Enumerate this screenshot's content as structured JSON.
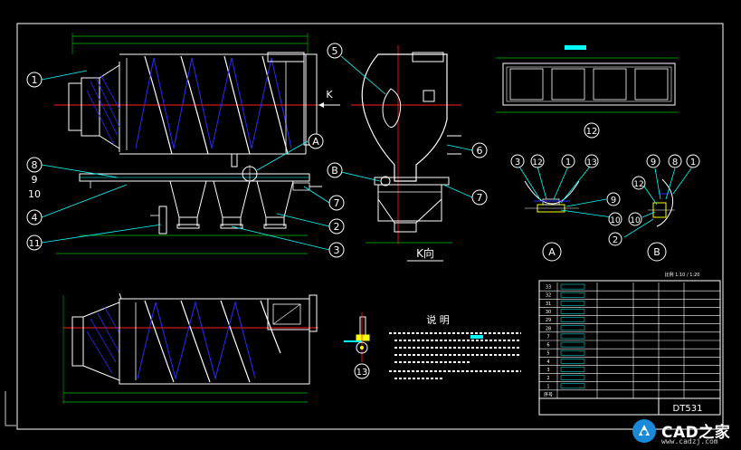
{
  "drawing": {
    "balloons_front": [
      "1",
      "8",
      "9",
      "10",
      "4",
      "11"
    ],
    "balloons_right": [
      "7",
      "2",
      "3"
    ],
    "balloons_side": [
      "5",
      "6",
      "7"
    ],
    "balloon_a": "A",
    "balloon_b": "B",
    "arrow_label": "K",
    "view_title": "K向",
    "section12_label": "12",
    "detail_a_balloons": [
      "3",
      "12",
      "1",
      "13",
      "9",
      "10"
    ],
    "detail_b_balloons": [
      "9",
      "8",
      "1",
      "12",
      "10",
      "2"
    ],
    "detail_a_label": "A",
    "detail_b_label": "B",
    "part13_label": "13",
    "notes_title": "说 明"
  },
  "bom": {
    "scale_text": "比例 1:10 / 1:20",
    "rows": [
      [
        "33",
        "",
        "",
        "",
        "",
        ""
      ],
      [
        "32",
        "",
        "",
        "",
        "",
        ""
      ],
      [
        "31",
        "",
        "",
        "",
        "",
        ""
      ],
      [
        "30",
        "",
        "",
        "",
        "",
        ""
      ],
      [
        "29",
        "",
        "",
        "",
        "",
        ""
      ],
      [
        "28",
        "",
        "",
        "",
        "",
        ""
      ],
      [
        "7",
        "",
        "",
        "",
        "",
        ""
      ],
      [
        "6",
        "",
        "",
        "",
        "",
        ""
      ],
      [
        "5",
        "",
        "",
        "",
        "",
        ""
      ],
      [
        "4",
        "",
        "",
        "",
        "",
        ""
      ],
      [
        "3",
        "",
        "",
        "",
        "",
        ""
      ],
      [
        "2",
        "",
        "",
        "",
        "",
        ""
      ],
      [
        "1",
        "",
        "",
        "",
        "",
        ""
      ]
    ],
    "header": [
      "序号",
      "",
      "",
      "",
      "",
      ""
    ],
    "table_title": "",
    "title_main": "",
    "title_sub": "",
    "code": "DT531"
  },
  "watermark": {
    "brand": "CAD之家",
    "url": "www.cadzj.com"
  },
  "colors": {
    "background": "#000000",
    "outline": "#ffffff",
    "center_line": "#ff2020",
    "helix": "#2a2aff",
    "leader": "#00ffff",
    "frame": "#00e5ff",
    "dim": "#00c000",
    "accent": "#00ffff"
  }
}
